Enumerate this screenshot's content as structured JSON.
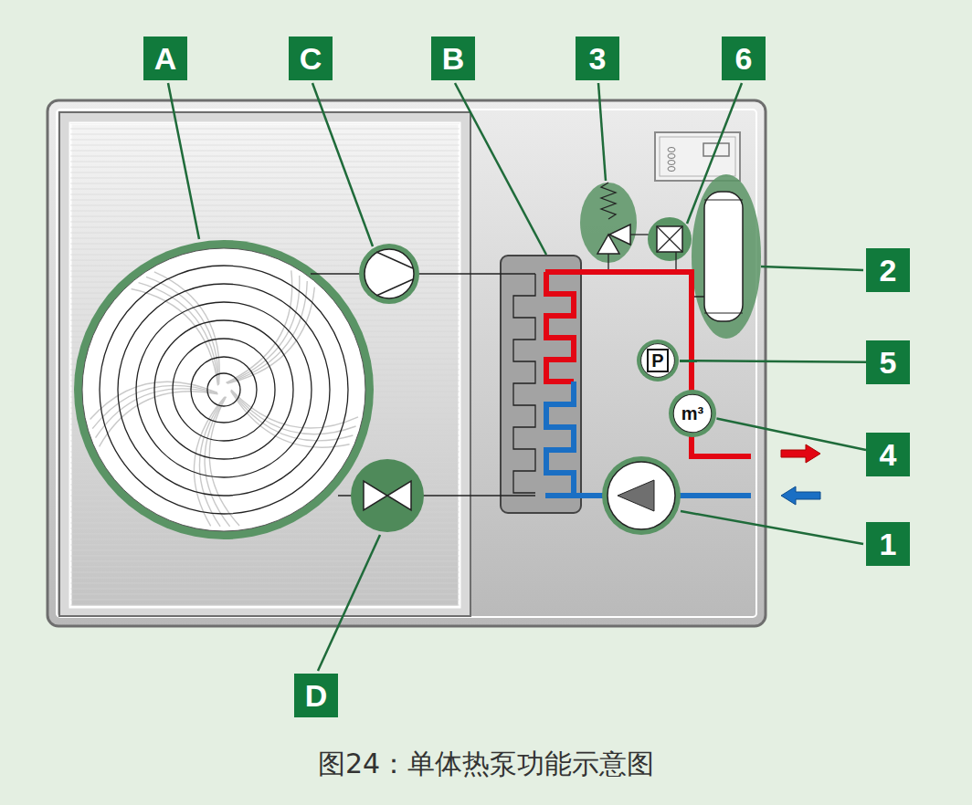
{
  "diagram": {
    "caption": "图24：单体热泵功能示意图",
    "nodes": [
      {
        "text": [
          "A"
        ]
      },
      {
        "text": [
          "C"
        ]
      },
      {
        "text": [
          "B"
        ]
      },
      {
        "text": [
          "3"
        ]
      },
      {
        "text": [
          "6"
        ]
      },
      {
        "text": [
          "2"
        ]
      },
      {
        "text": [
          "P"
        ]
      },
      {
        "text": [
          "5"
        ]
      },
      {
        "text": [
          "m³"
        ]
      },
      {
        "text": [
          "4"
        ]
      },
      {
        "text": [
          "1"
        ]
      },
      {
        "text": [
          "D"
        ]
      }
    ],
    "edges": [
      {
        "from": 7,
        "to": 6,
        "arrow": "none"
      },
      {
        "from": 9,
        "to": 8,
        "arrow": "none"
      }
    ]
  }
}
